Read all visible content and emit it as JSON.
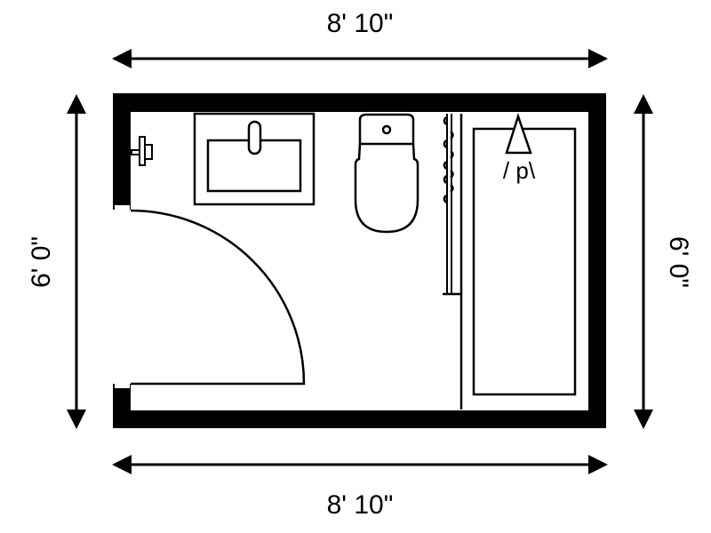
{
  "dimensions": {
    "top": "8' 10\"",
    "bottom": "8' 10\"",
    "left": "6' 0\"",
    "right": "6' 0\""
  },
  "fixtures": {
    "shower_label": "/ p\\"
  },
  "colors": {
    "wall": "#000000",
    "background": "#ffffff"
  }
}
